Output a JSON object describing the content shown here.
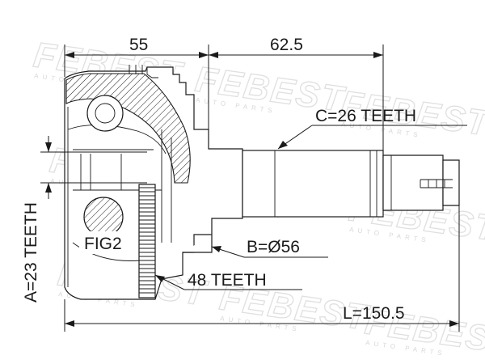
{
  "watermark": {
    "brand": "FEBEST",
    "sub": "AUTO PARTS"
  },
  "dimensions": {
    "left_width": "55",
    "right_width": "62.5",
    "spline_c": "C=26 TEETH",
    "spline_a": "A=23 TEETH",
    "seal_b": "B=Ø56",
    "abs_ring": "48 TEETH",
    "length": "L=150.5"
  },
  "labels": {
    "fig": "FIG2"
  }
}
